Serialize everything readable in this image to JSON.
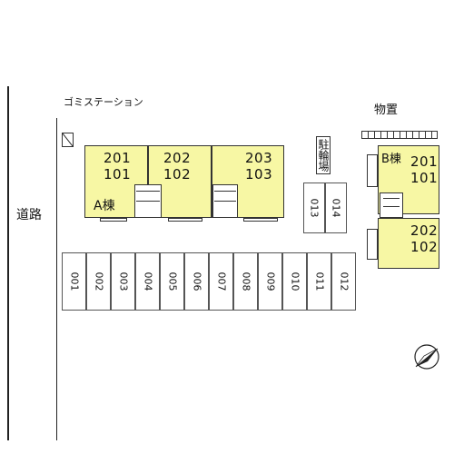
{
  "labels": {
    "road": "道路",
    "garbage_station": "ゴミステーション",
    "storage": "物置",
    "bicycle_parking": "駐輪場"
  },
  "building_a": {
    "name": "A棟",
    "units": [
      {
        "upper": "201",
        "lower": "101"
      },
      {
        "upper": "202",
        "lower": "102"
      },
      {
        "upper": "203",
        "lower": "103"
      }
    ]
  },
  "building_b": {
    "name": "B棟",
    "units": [
      {
        "upper": "201",
        "lower": "101"
      },
      {
        "upper": "202",
        "lower": "102"
      }
    ]
  },
  "bicycle_spaces": [
    "013",
    "014"
  ],
  "parking_spaces": [
    "001",
    "002",
    "003",
    "004",
    "005",
    "006",
    "007",
    "008",
    "009",
    "010",
    "011",
    "012"
  ],
  "colors": {
    "building_fill": "#f7f7a4",
    "outline": "#333333"
  },
  "compass": {
    "icon": "north-arrow-icon"
  }
}
